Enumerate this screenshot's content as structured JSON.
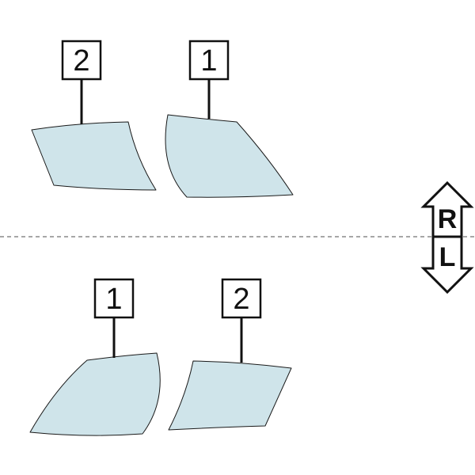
{
  "diagram": {
    "panel_fill": "#cfe4ea",
    "outline_color": "#111111",
    "divider_color": "#8a8a8a",
    "upper": {
      "left_label": "2",
      "right_label": "1"
    },
    "lower": {
      "left_label": "1",
      "right_label": "2"
    },
    "side_indicator": {
      "top_letter": "R",
      "bottom_letter": "L"
    }
  }
}
